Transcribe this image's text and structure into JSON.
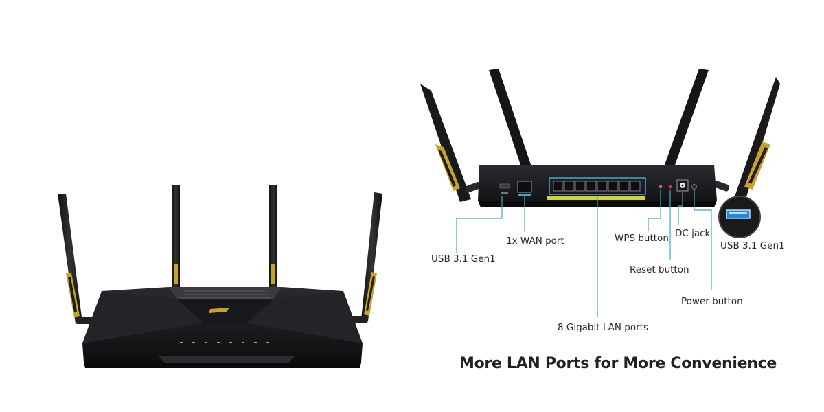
{
  "colors": {
    "background": "#ffffff",
    "router_body": "#1c1c1e",
    "router_accent": "#c9a227",
    "callout_line": "#3fa9c9",
    "led_strip": "#d8d23a"
  },
  "icons": {
    "front_router": "router-front-icon",
    "back_router": "router-back-icon",
    "usb_port_zoom": "usb-port-zoom-icon"
  },
  "back_panel": {
    "labels": {
      "usb_left": "USB 3.1 Gen1",
      "wan_port": "1x WAN port",
      "wps_button": "WPS button",
      "dc_jack": "DC jack",
      "usb_right": "USB 3.1 Gen1",
      "reset_button": "Reset button",
      "power_button": "Power button",
      "lan_ports": "8 Gigabit LAN ports"
    },
    "headline": "More LAN Ports for More Convenience"
  }
}
